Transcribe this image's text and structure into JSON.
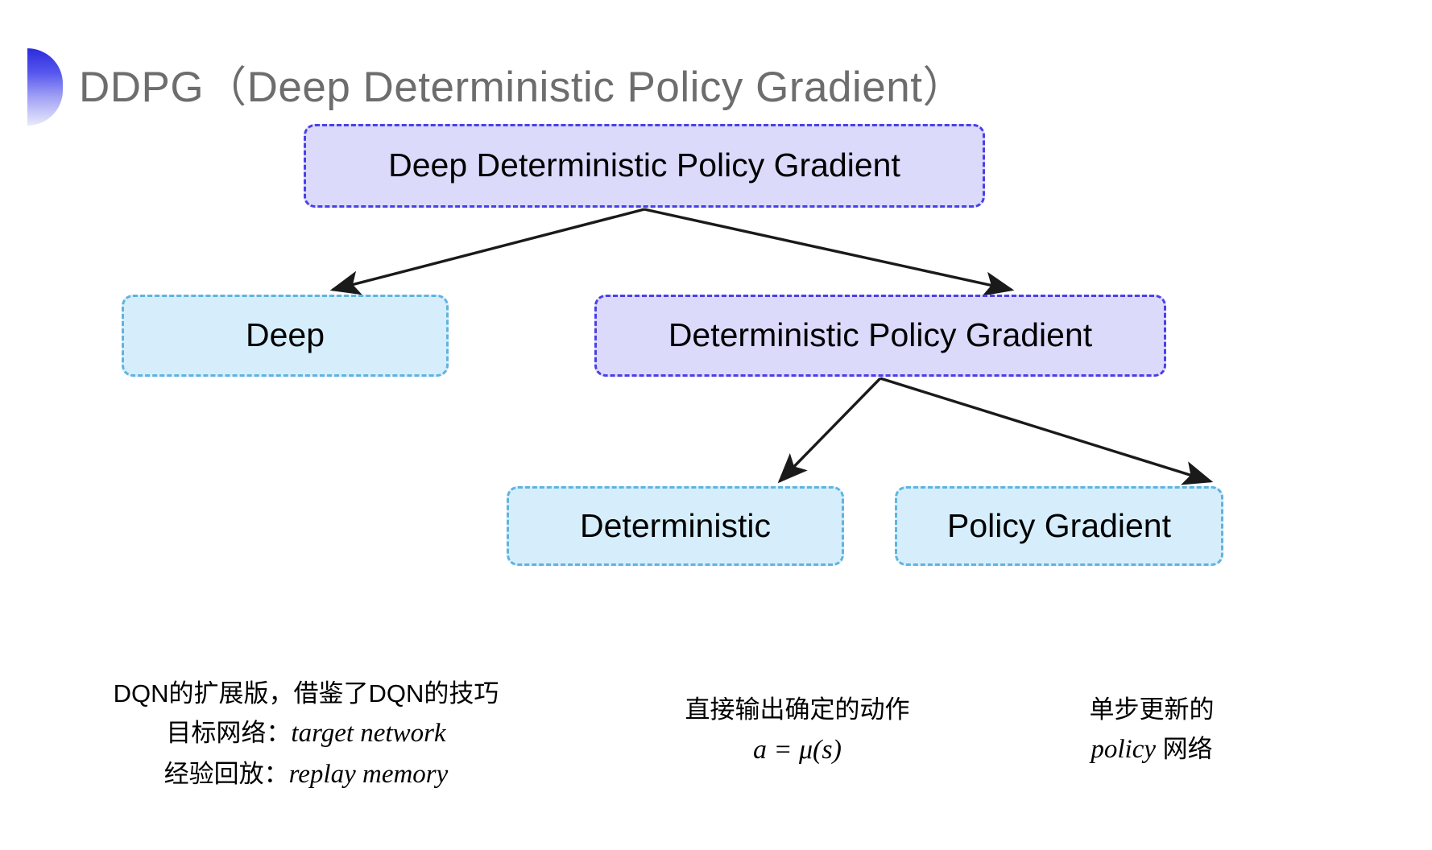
{
  "slide": {
    "title": "DDPG（Deep Deterministic Policy Gradient）",
    "background_color": "#ffffff",
    "accent_color": "#2b2bdd"
  },
  "diagram": {
    "type": "tree",
    "colors": {
      "purple_fill": "#dcdafa",
      "purple_border": "#4a40e8",
      "blue_fill": "#d6eefb",
      "blue_border": "#5fb3e0",
      "arrow": "#1a1a1a"
    },
    "nodes": [
      {
        "id": "root",
        "label": "Deep Deterministic Policy Gradient",
        "style": "purple"
      },
      {
        "id": "deep",
        "label": "Deep",
        "style": "blue"
      },
      {
        "id": "dpg",
        "label": "Deterministic Policy Gradient",
        "style": "purple"
      },
      {
        "id": "deterministic",
        "label": "Deterministic",
        "style": "blue"
      },
      {
        "id": "policy_gradient",
        "label": "Policy Gradient",
        "style": "blue"
      }
    ],
    "edges": [
      {
        "from": "root",
        "to": "deep"
      },
      {
        "from": "root",
        "to": "dpg"
      },
      {
        "from": "dpg",
        "to": "deterministic"
      },
      {
        "from": "dpg",
        "to": "policy_gradient"
      }
    ]
  },
  "captions": {
    "deep": {
      "line1": "DQN的扩展版，借鉴了DQN的技巧",
      "line2_label": "目标网络：",
      "line2_term": "target network",
      "line3_label": "经验回放：",
      "line3_term": "replay memory"
    },
    "deterministic": {
      "line1": "直接输出确定的动作",
      "formula": "a = μ(s)"
    },
    "policy_gradient": {
      "line1": "单步更新的",
      "line2_term": "policy",
      "line2_suffix": " 网络"
    }
  }
}
